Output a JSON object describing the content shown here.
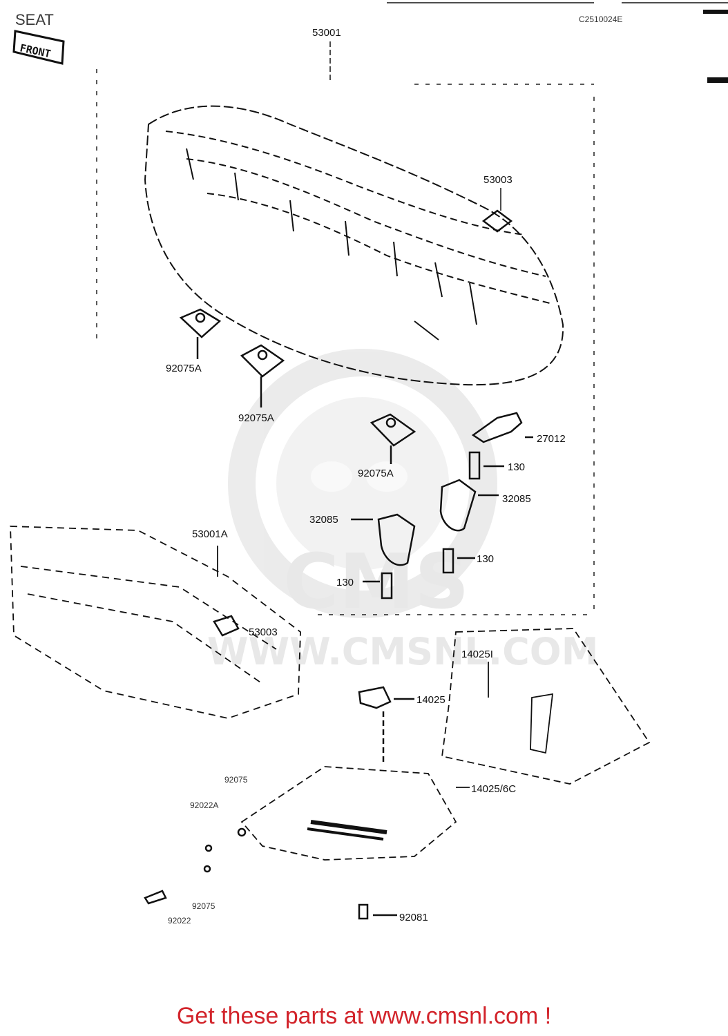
{
  "title": "SEAT",
  "header_code": "C2510024E",
  "front_label": "FRONT",
  "watermark": {
    "brand": "CMS",
    "url": "WWW.CMSNL.COM"
  },
  "part_labels": {
    "p53001_top": "53001",
    "p53003_seat": "53003",
    "p92075A_1": "92075A",
    "p92075A_2": "92075A",
    "p92075A_3": "92075A",
    "p27012": "27012",
    "p130_a": "130",
    "p32085_right": "32085",
    "p32085_left": "32085",
    "p130_b": "130",
    "p130_c": "130",
    "p53001A": "53001A",
    "p53003_tail": "53003",
    "p140251": "14025I",
    "p14025": "14025",
    "p14025_bottom": "14025/6C",
    "p92075": "92075",
    "p92022A": "92022A",
    "p92081": "92081",
    "p92022": "92022",
    "p92075_small": "92075"
  },
  "footer_text": "Get these parts at www.cmsnl.com !",
  "colors": {
    "footer": "#d2232a",
    "ink": "#111111",
    "watermark": "#d9d9d9"
  }
}
